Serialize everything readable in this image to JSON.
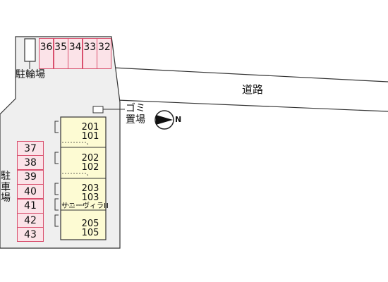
{
  "colors": {
    "lot_fill": "#efefef",
    "outline": "#333333",
    "stall_border": "#d9506e",
    "stall_fill": "#fbe3e8",
    "building_fill": "#fdfbd3"
  },
  "labels": {
    "bicycle_parking": "駐輪場",
    "road": "道路",
    "garbage_line1": "ゴミ",
    "garbage_line2": "置場",
    "parking_vertical": [
      "駐",
      "車",
      "場"
    ],
    "building_name": "サニーヴィラⅢ",
    "north": "N"
  },
  "top_stalls": [
    "36",
    "35",
    "34",
    "33",
    "32"
  ],
  "left_stalls": [
    "37",
    "38",
    "39",
    "40",
    "41",
    "42",
    "43"
  ],
  "units": [
    {
      "upper": "201",
      "lower": "101"
    },
    {
      "upper": "202",
      "lower": "102"
    },
    {
      "upper": "203",
      "lower": "103"
    },
    {
      "upper": "205",
      "lower": "105"
    }
  ],
  "icons": [
    "compass-icon",
    "garbage-bin-icon",
    "bicycle-rack-icon"
  ]
}
